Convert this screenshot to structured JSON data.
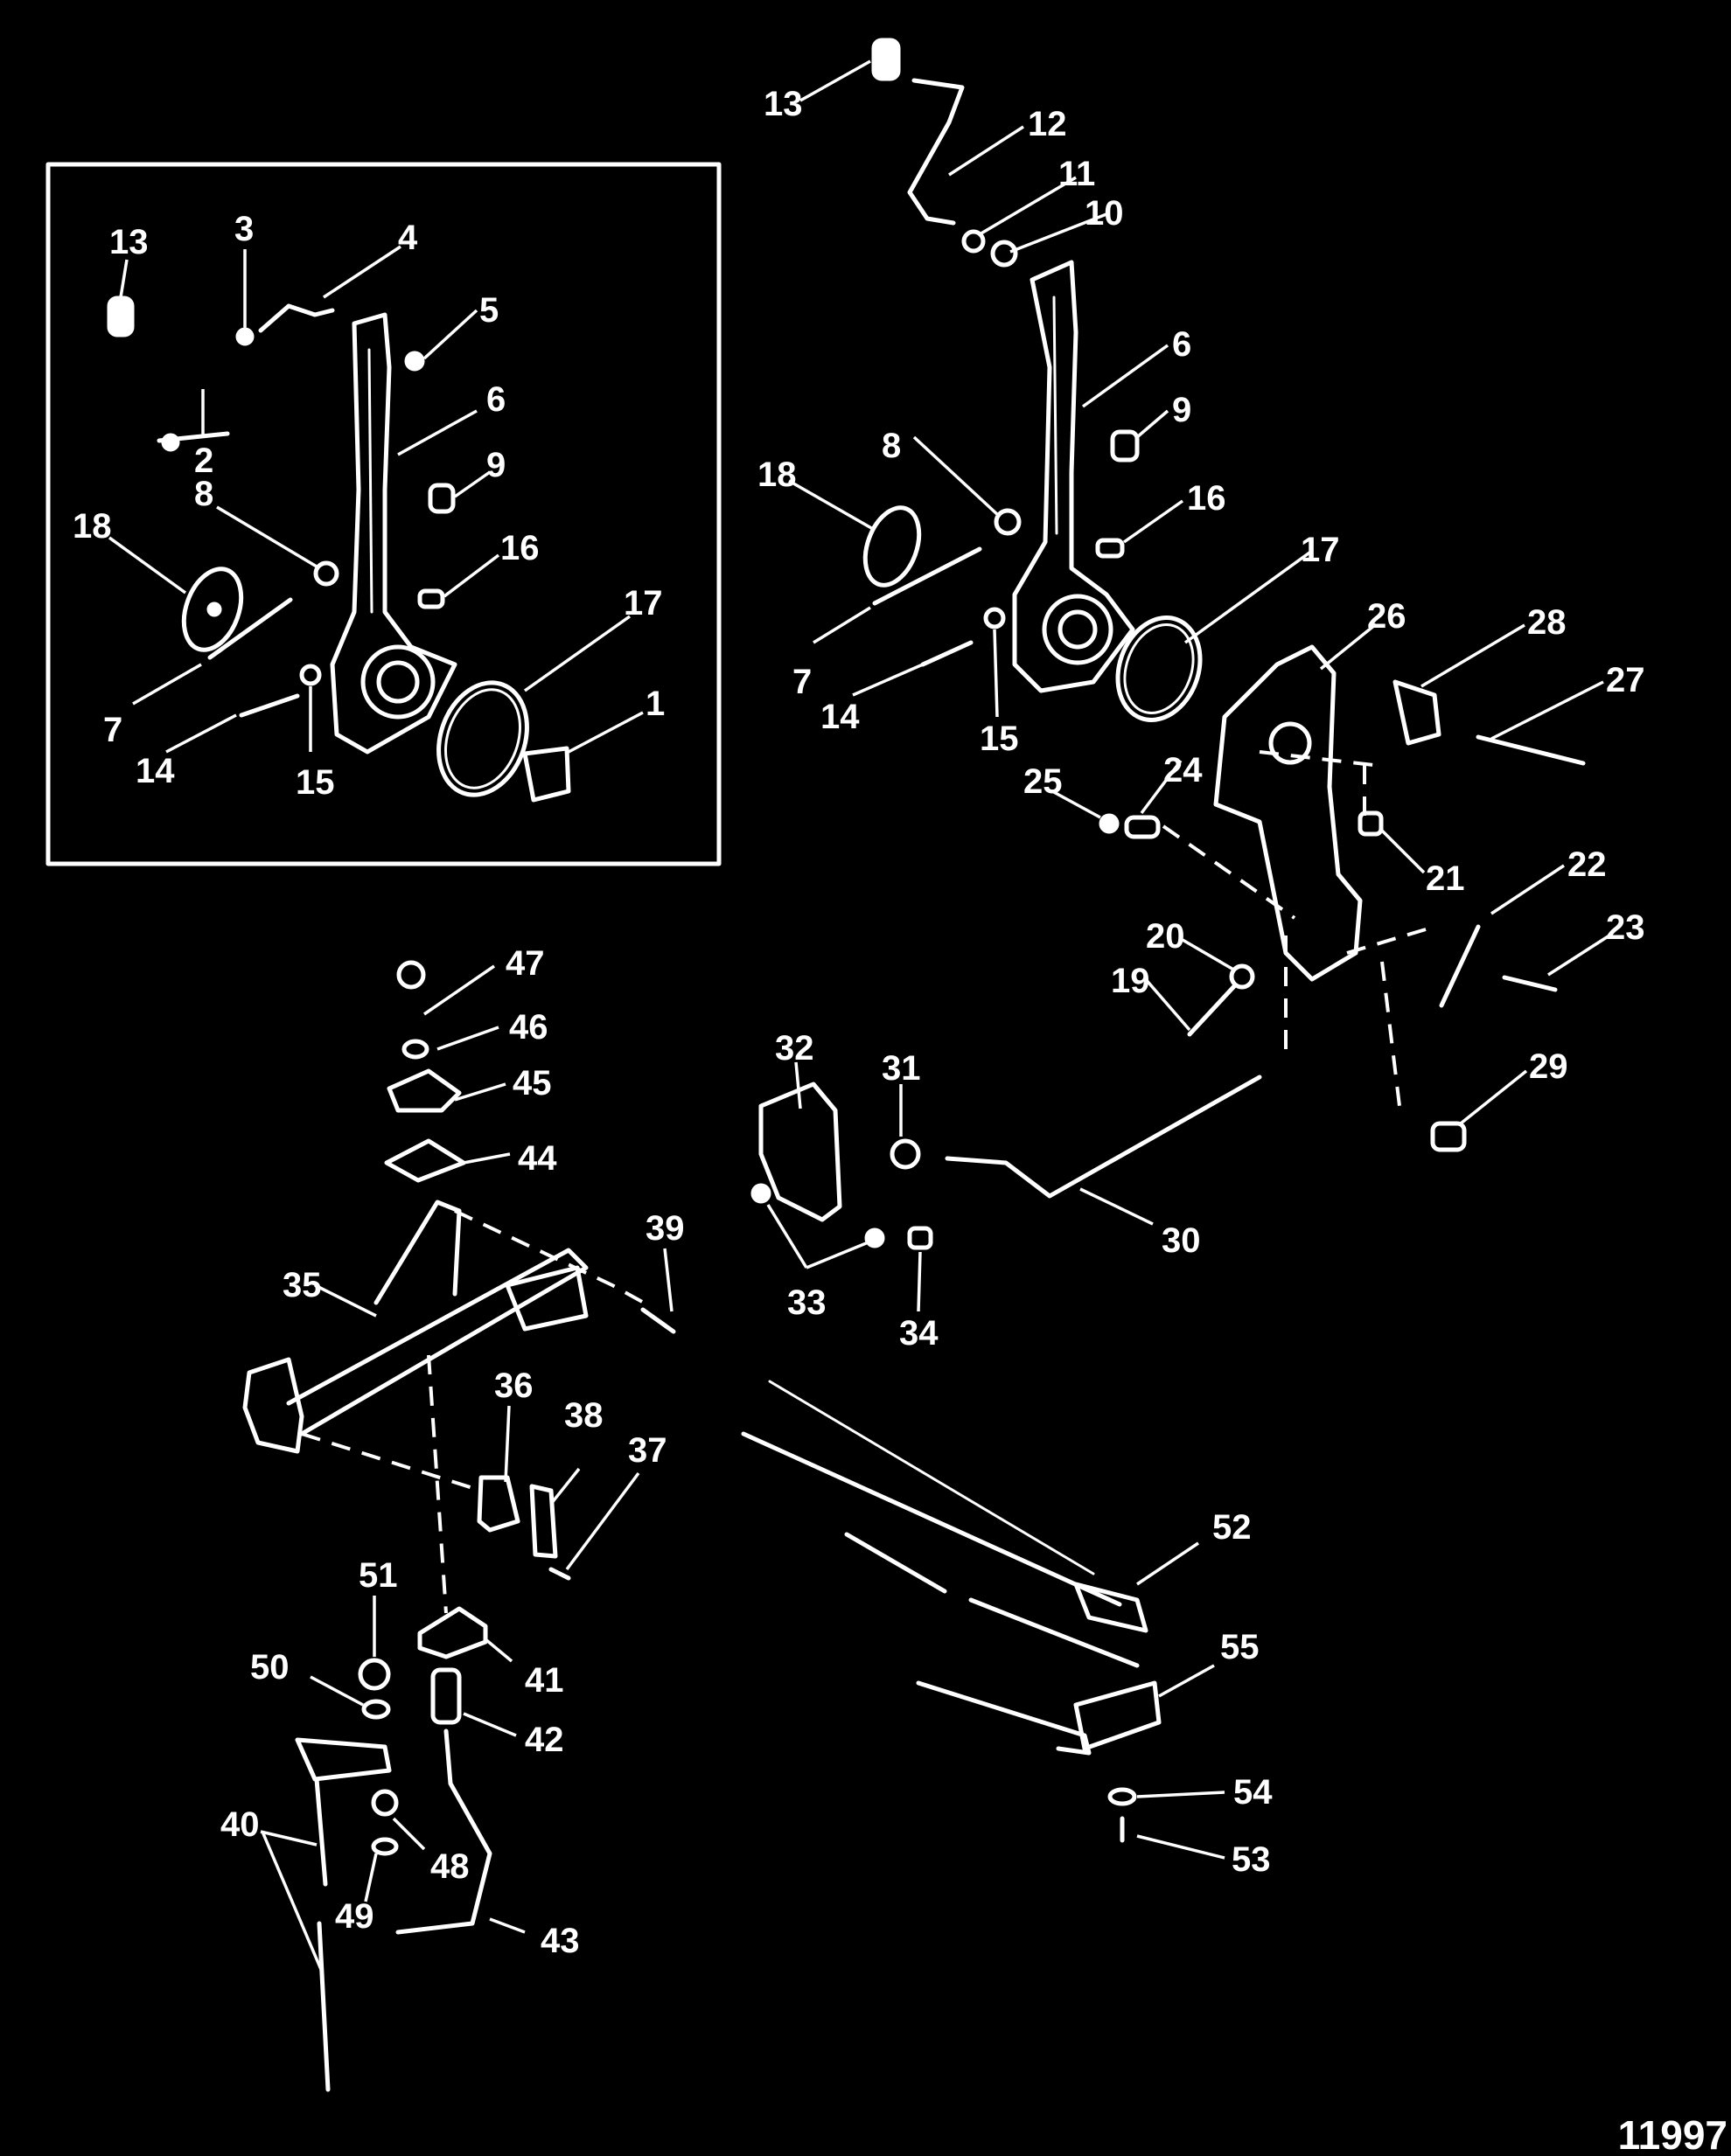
{
  "doc_number": "11997",
  "inset": {
    "labels": [
      "13",
      "3",
      "4",
      "5",
      "2",
      "6",
      "9",
      "8",
      "18",
      "16",
      "17",
      "7",
      "14",
      "15",
      "1"
    ]
  },
  "main": {
    "labels": [
      "13",
      "12",
      "11",
      "10",
      "6",
      "9",
      "8",
      "18",
      "16",
      "17",
      "26",
      "28",
      "27",
      "7",
      "14",
      "15",
      "25",
      "24",
      "21",
      "22",
      "20",
      "23",
      "19",
      "32",
      "31",
      "29",
      "30",
      "33",
      "34",
      "47",
      "46",
      "45",
      "44",
      "39",
      "35",
      "36",
      "38",
      "37",
      "52",
      "51",
      "50",
      "41",
      "55",
      "42",
      "40",
      "48",
      "54",
      "49",
      "53",
      "43"
    ]
  }
}
